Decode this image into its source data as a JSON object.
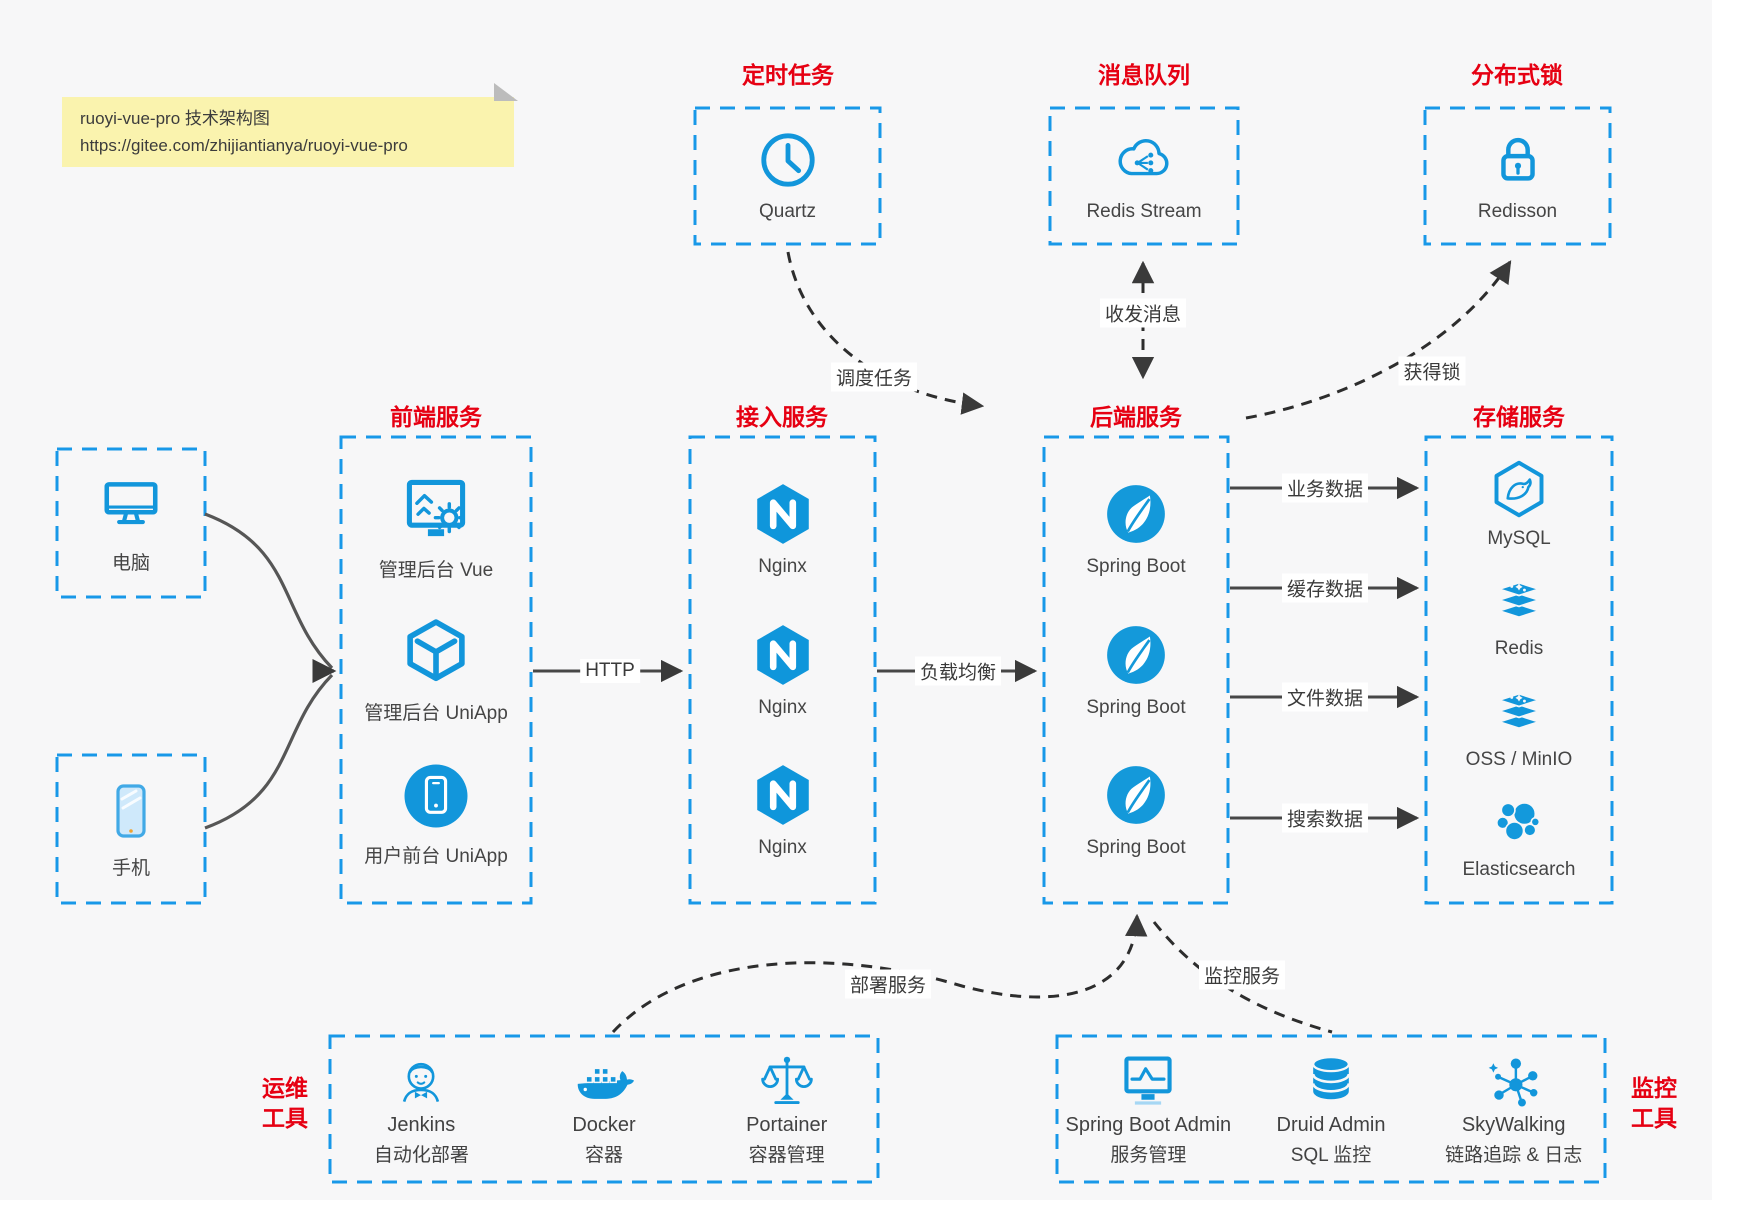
{
  "note": {
    "line1": "ruoyi-vue-pro 技术架构图",
    "line2": "https://gitee.com/zhijiantianya/ruoyi-vue-pro"
  },
  "titles": {
    "scheduled": "定时任务",
    "mq": "消息队列",
    "lock": "分布式锁",
    "frontend": "前端服务",
    "access": "接入服务",
    "backend": "后端服务",
    "storage": "存储服务"
  },
  "side_titles": {
    "ops_line1": "运维",
    "ops_line2": "工具",
    "monitor_line1": "监控",
    "monitor_line2": "工具"
  },
  "nodes": {
    "quartz": "Quartz",
    "redis_stream": "Redis Stream",
    "redisson": "Redisson"
  },
  "clients": {
    "pc": "电脑",
    "mobile": "手机"
  },
  "columns": {
    "frontend": {
      "items": [
        {
          "label": "管理后台 Vue"
        },
        {
          "label": "管理后台 UniApp"
        },
        {
          "label": "用户前台 UniApp"
        }
      ]
    },
    "access": {
      "items": [
        {
          "label": "Nginx"
        },
        {
          "label": "Nginx"
        },
        {
          "label": "Nginx"
        }
      ]
    },
    "backend": {
      "items": [
        {
          "label": "Spring Boot"
        },
        {
          "label": "Spring Boot"
        },
        {
          "label": "Spring Boot"
        }
      ]
    },
    "storage": {
      "items": [
        {
          "label": "MySQL"
        },
        {
          "label": "Redis"
        },
        {
          "label": "OSS / MinIO"
        },
        {
          "label": "Elasticsearch"
        }
      ]
    }
  },
  "edges": {
    "http": "HTTP",
    "load_balance": "负载均衡",
    "schedule": "调度任务",
    "message": "收发消息",
    "lock": "获得锁",
    "business": "业务数据",
    "cache": "缓存数据",
    "file": "文件数据",
    "search": "搜索数据",
    "deploy": "部署服务",
    "monitor": "监控服务"
  },
  "ops_tools": {
    "items": [
      {
        "name": "Jenkins",
        "desc": "自动化部署"
      },
      {
        "name": "Docker",
        "desc": "容器"
      },
      {
        "name": "Portainer",
        "desc": "容器管理"
      }
    ]
  },
  "monitor_tools": {
    "items": [
      {
        "name": "Spring Boot Admin",
        "desc": "服务管理"
      },
      {
        "name": "Druid Admin",
        "desc": "SQL 监控"
      },
      {
        "name": "SkyWalking",
        "desc": "链路追踪 & 日志"
      }
    ]
  },
  "colors": {
    "accent_blue": "#1296db",
    "border_blue": "#1898e8",
    "title_red": "#e60012",
    "note_yellow": "#faf3ae",
    "arrow_dark": "#3a3a3a"
  }
}
